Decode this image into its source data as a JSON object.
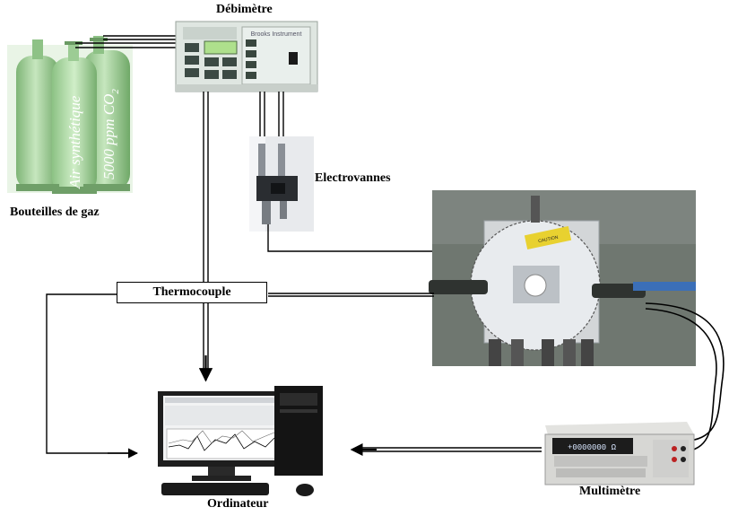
{
  "labels": {
    "flowmeter": "Débimètre",
    "gas_bottles": "Bouteilles de gaz",
    "solenoid_valves": "Electrovannes",
    "thermocouple": "Thermocouple",
    "computer": "Ordinateur",
    "multimeter": "Multimètre"
  },
  "bottles": {
    "left": "Air synthétique",
    "right_prefix": "5000 ppm CO",
    "right_sub": "2"
  },
  "flowmeter_panel": {
    "brand": "Brooks Instrument"
  },
  "multimeter_display": {
    "reading": "+0000000 Ω"
  },
  "chamber_sticker": {
    "text": "CAUTION"
  },
  "colors": {
    "bottle_green": "#a8d4a0",
    "panel": "#e6ece8",
    "chamber_bg": "#6f7770",
    "disc": "#e8ebee",
    "lines": "#000000"
  }
}
